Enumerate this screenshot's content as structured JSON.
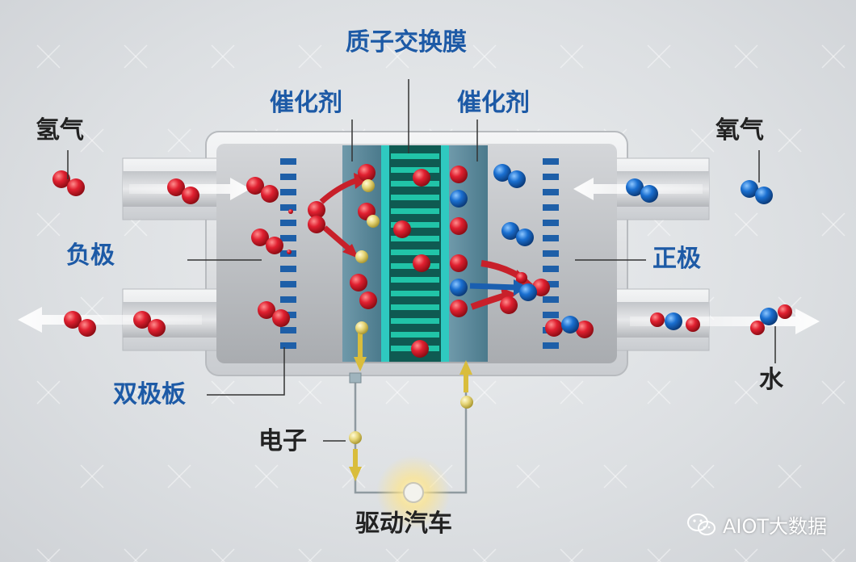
{
  "labels": {
    "membrane": "质子交换膜",
    "catalyst_left": "催化剂",
    "catalyst_right": "催化剂",
    "hydrogen": "氢气",
    "oxygen": "氧气",
    "anode": "负极",
    "cathode": "正极",
    "bipolar_plate": "双极板",
    "water": "水",
    "electron": "电子",
    "load": "驱动汽车"
  },
  "watermark": {
    "text": "AIOT大数据",
    "icon": "wechat-icon"
  },
  "colors": {
    "label_blue": "#1d5aa6",
    "label_dark": "#222222",
    "hydrogen_atom": "#d8192b",
    "oxygen_atom": "#1565c0",
    "electron": "#e0cf6a",
    "membrane": "#1bb29a",
    "arrow_red": "#c8202a",
    "arrow_gold": "#d9bd3c"
  }
}
